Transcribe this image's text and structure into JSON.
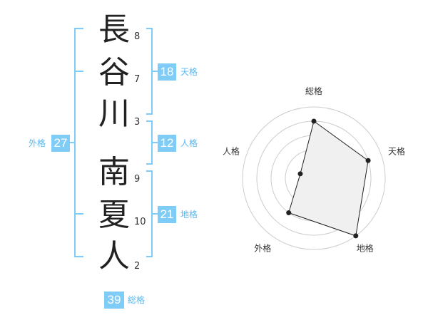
{
  "name": {
    "chars": [
      {
        "char": "長",
        "strokes": "8"
      },
      {
        "char": "谷",
        "strokes": "7"
      },
      {
        "char": "川",
        "strokes": "3"
      },
      {
        "char": "南",
        "strokes": "9"
      },
      {
        "char": "夏",
        "strokes": "10"
      },
      {
        "char": "人",
        "strokes": "2"
      }
    ]
  },
  "kaku": {
    "tenkaku": {
      "value": "18",
      "label": "天格"
    },
    "jinkaku": {
      "value": "12",
      "label": "人格"
    },
    "chikaku": {
      "value": "21",
      "label": "地格"
    },
    "gaikaku": {
      "value": "27",
      "label": "外格"
    },
    "soukaku": {
      "value": "39",
      "label": "総格"
    }
  },
  "colors": {
    "badge": "#7fccf7",
    "bracket": "#7fccf7",
    "label": "#58b8ee",
    "radar_fill": "#f0f0f0",
    "radar_line": "#222222"
  },
  "chart_data": {
    "type": "radar",
    "axes": [
      "総格",
      "天格",
      "地格",
      "外格",
      "人格"
    ],
    "values": [
      4,
      4,
      5,
      3,
      1
    ],
    "max": 5,
    "rings": 5
  }
}
